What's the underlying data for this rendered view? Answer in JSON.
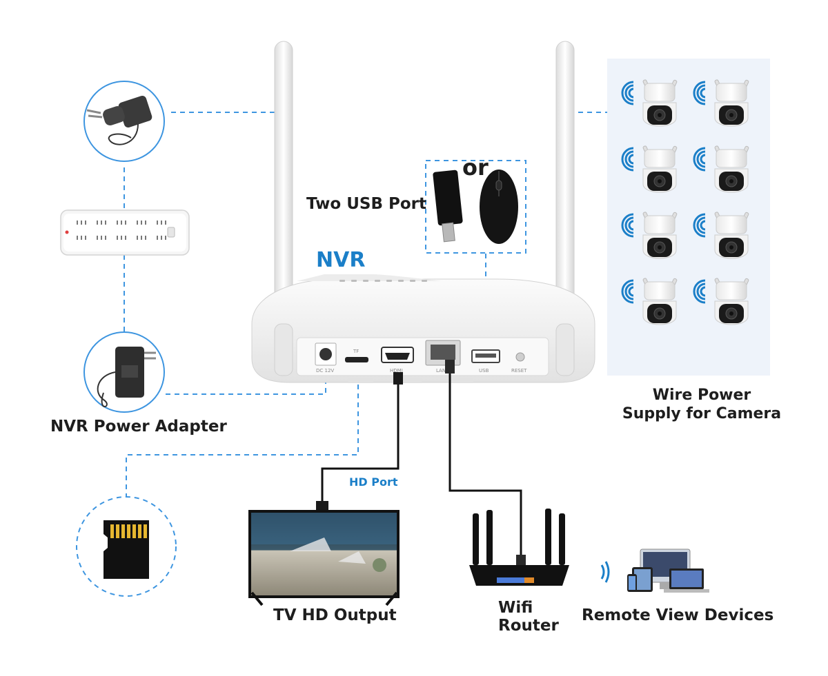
{
  "labels": {
    "two_usb_port": "Two USB Port",
    "or": "or",
    "nvr": "NVR",
    "hd_port": "HD Port",
    "wire_power_line1": "Wire Power",
    "wire_power_line2": "Supply for Camera",
    "nvr_power_adapter": "NVR Power Adapter",
    "tv_hd_output": "TV HD Output",
    "wifi_router_line1": "Wifi",
    "wifi_router_line2": "Router",
    "remote_view_devices": "Remote View Devices"
  },
  "port_labels": {
    "dc": "DC 12V",
    "tf": "TF",
    "hdmi": "HDMI",
    "lan": "LAN",
    "usb": "USB",
    "reset": "RESET"
  },
  "camera_grid": {
    "rows": 4,
    "cols": 2
  },
  "colors": {
    "accent_blue": "#1b7fc8",
    "dashed_line": "#3d95e0",
    "panel_bg": "#eef3fa",
    "text_dark": "#1e1e1e",
    "device_white": "#f4f4f4"
  }
}
